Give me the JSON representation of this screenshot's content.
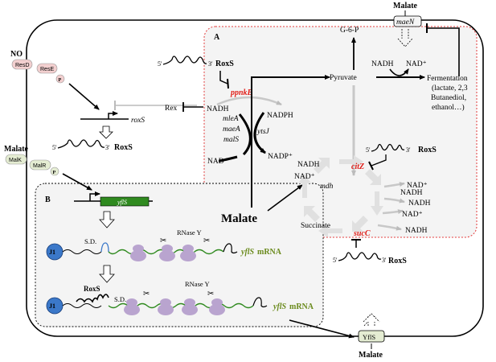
{
  "colors": {
    "pink_box_bg": "#f4f4f4",
    "pink_dash": "#e23b3b",
    "pill_red": "#f2cfcf",
    "pill_green": "#e4ecd2",
    "gene_green": "#2f8a1f",
    "j1_blue": "#3b78c9",
    "ribosome": "#b9a4cf",
    "red_text": "#e0201b",
    "green_text": "#6a8a1c"
  },
  "panels": {
    "a": "A",
    "b": "B"
  },
  "top": {
    "malate": "Malate",
    "maeN": "maeN"
  },
  "left": {
    "no": "NO",
    "resD": "ResD",
    "resE": "ResE",
    "p": "P",
    "roxS_gene": "roxS",
    "roxS_rna": "RoxS",
    "five": "5'",
    "three": "3'",
    "malate": "Malate",
    "malK": "MalK",
    "malR": "MalR",
    "rex": "Rex"
  },
  "a": {
    "roxS": "RoxS",
    "ppnkB": "ppnkB",
    "g6p": "G-6-P",
    "pyruvate": "Pyruvate",
    "nadh": "NADH",
    "nadplus": "NAD⁺",
    "fermentation": [
      "Fermentation",
      "(lactate, 2,3",
      "Butanediol,",
      "ethanol…)"
    ],
    "nadh_left": "NADH",
    "nadph": "NADPH",
    "mleA": "mleA",
    "maeA": "maeA",
    "malS": "malS",
    "ytsJ": "ytsJ",
    "nad_left": "NAD⁺",
    "nadp": "NADP⁺",
    "tca_nadh": "NADH",
    "tca_nad": "NAD⁺",
    "citZ": "citZ",
    "roxS_citZ": "RoxS",
    "mdh": "mdh",
    "succinate": "Succinate",
    "sucC": "sucC",
    "r_nad1": "NAD⁺",
    "r_nadh1": "NADH",
    "r_nadh2": "NADH",
    "r_nad2": "NAD⁺",
    "r_nadh3": "NADH",
    "malate_big": "Malate",
    "roxS_bottom": "RoxS"
  },
  "b": {
    "yflS_gene": "yflS",
    "j1": "J1",
    "sd": "S.D.",
    "rnaseY": "RNase Y",
    "mrna": "yflS mRNA",
    "mrna_gene": "yflS",
    "mrna_word": "mRNA",
    "roxS": "RoxS"
  },
  "bottom": {
    "malate": "Malate",
    "yflS": "YflS"
  }
}
